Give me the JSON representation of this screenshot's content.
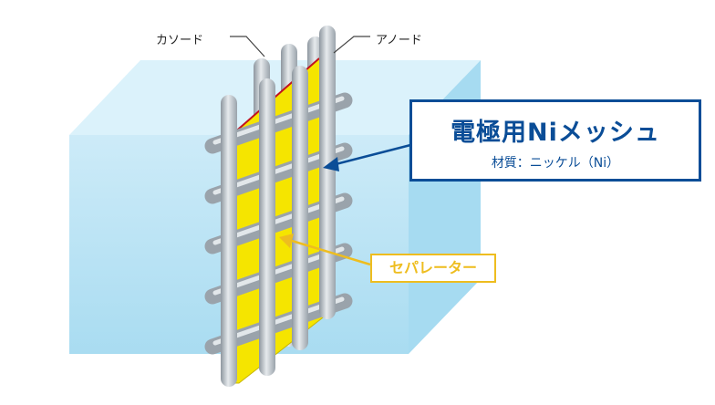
{
  "labels": {
    "cathode": "カソード",
    "anode": "アノード",
    "mesh_title": "電極用Niメッシュ",
    "mesh_subtitle": "材質：ニッケル（Ni）",
    "separator": "セパレーター"
  },
  "colors": {
    "tank_front": "#bfe6f7",
    "tank_top": "#d9f1fb",
    "tank_side": "#9dd7ef",
    "separator_fill": "#f5e500",
    "separator_edge": "#c1121f",
    "rod": "#aeb6bd",
    "rod_highlight": "#e4e8eb",
    "mesh_accent": "#0a4d97",
    "separator_accent": "#eebd1f"
  }
}
